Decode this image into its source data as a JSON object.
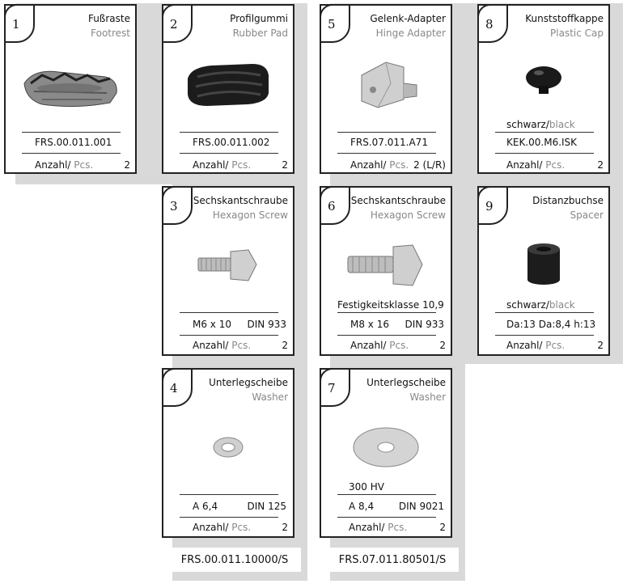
{
  "cards": [
    {
      "num": "1",
      "de": "Fußraste",
      "en": "Footrest",
      "part": "FRS.00.011.001",
      "qty_label": "Anzahl/",
      "qty_unit": "Pcs.",
      "qty": "2",
      "image": "footrest"
    },
    {
      "num": "2",
      "de": "Profilgummi",
      "en": "Rubber Pad",
      "part": "FRS.00.011.002",
      "qty_label": "Anzahl/",
      "qty_unit": "Pcs.",
      "qty": "2",
      "image": "rubber-pad"
    },
    {
      "num": "5",
      "de": "Gelenk-Adapter",
      "en": "Hinge Adapter",
      "part": "FRS.07.011.A71",
      "qty_label": "Anzahl/",
      "qty_unit": "Pcs.",
      "qty": "2 (L/R)",
      "image": "hinge-adapter"
    },
    {
      "num": "8",
      "de": "Kunststoffkappe",
      "en": "Plastic Cap",
      "color_de": "schwarz/",
      "color_en": "black",
      "part": "KEK.00.M6.ISK",
      "qty_label": "Anzahl/",
      "qty_unit": "Pcs.",
      "qty": "2",
      "image": "plastic-cap"
    },
    {
      "num": "3",
      "de": "Sechskantschraube",
      "en": "Hexagon Screw",
      "size": "M6 x 10",
      "norm": "DIN 933",
      "qty_label": "Anzahl/",
      "qty_unit": "Pcs.",
      "qty": "2",
      "image": "hexagon-screw"
    },
    {
      "num": "6",
      "de": "Sechskantschraube",
      "en": "Hexagon Screw",
      "note": "Festigkeitsklasse 10,9",
      "size": "M8 x 16",
      "norm": "DIN 933",
      "qty_label": "Anzahl/",
      "qty_unit": "Pcs.",
      "qty": "2",
      "image": "hexagon-screw"
    },
    {
      "num": "9",
      "de": "Distanzbuchse",
      "en": "Spacer",
      "color_de": "schwarz/",
      "color_en": "black",
      "dims": "Da:13 Da:8,4 h:13",
      "qty_label": "Anzahl/",
      "qty_unit": "Pcs.",
      "qty": "2",
      "image": "spacer"
    },
    {
      "num": "4",
      "de": "Unterlegscheibe",
      "en": "Washer",
      "size": "A 6,4",
      "norm": "DIN 125",
      "qty_label": "Anzahl/",
      "qty_unit": "Pcs.",
      "qty": "2",
      "image": "washer"
    },
    {
      "num": "7",
      "de": "Unterlegscheibe",
      "en": "Washer",
      "note": "300 HV",
      "size": "A 8,4",
      "norm": "DIN 9021",
      "qty_label": "Anzahl/",
      "qty_unit": "Pcs.",
      "qty": "2",
      "image": "washer"
    }
  ],
  "kits": [
    "FRS.00.011.10000/S",
    "FRS.07.011.80501/S"
  ]
}
